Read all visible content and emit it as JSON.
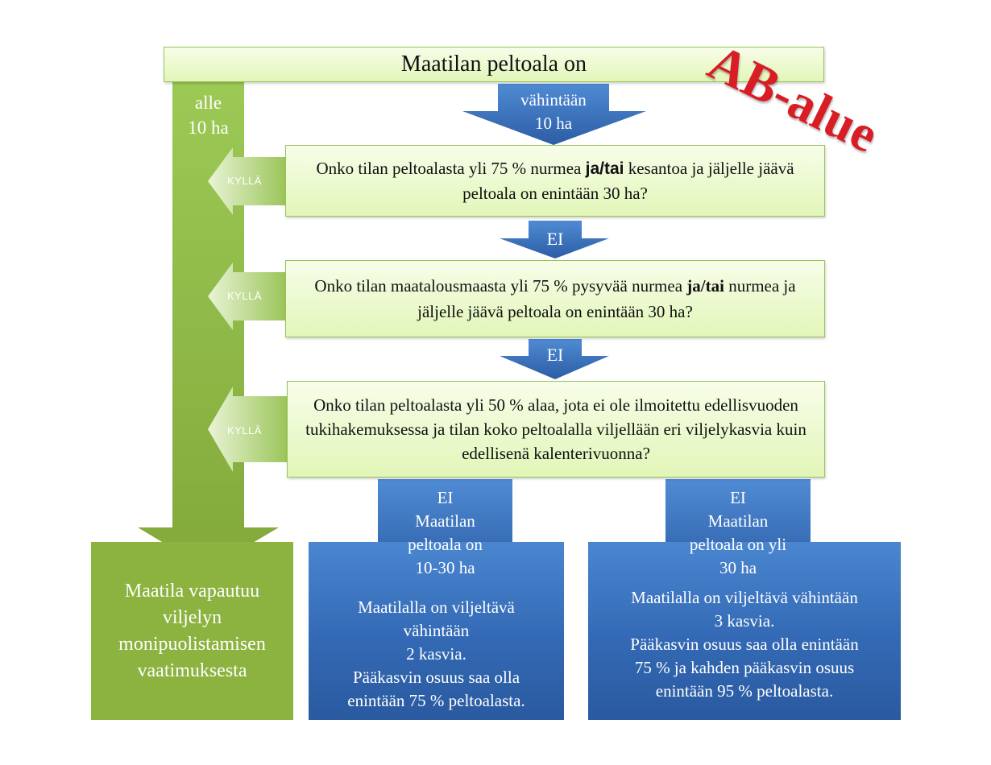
{
  "title": "Maatilan peltoala on",
  "stamp": "AB-alue",
  "left_branch": {
    "line1": "alle",
    "line2": "10 ha"
  },
  "down_arrow": {
    "line1": "vähintään",
    "line2": "10 ha"
  },
  "q1": {
    "pre": "Onko tilan peltoalasta yli 75 % nurmea ",
    "bold": "ja/tai",
    "post": " kesantoa ja jäljelle jäävä peltoala on enintään 30 ha?"
  },
  "q2": {
    "pre": "Onko tilan maatalousmaasta yli 75 % pysyvää nurmea ",
    "bold": "ja/tai",
    "post": " nurmea ja jäljelle jäävä peltoala on enintään 30 ha?"
  },
  "q3": {
    "text": "Onko tilan peltoalasta yli 50 % alaa, jota ei ole ilmoitettu edellisvuoden tukihakemuksessa ja tilan koko peltoalalla viljellään eri viljelykasvia kuin edellisenä kalenterivuonna?"
  },
  "yes_label": "KYLLÄ",
  "no_label": "EI",
  "exempt": "Maatila vapautuu viljelyn monipuolistamisen vaatimuksesta",
  "mid": {
    "l1": "EI",
    "l2": "Maatilan",
    "l3": "peltoala on",
    "l4": "10-30 ha",
    "b1": "Maatilalla on viljeltävä",
    "b2": "vähintään",
    "b3": "2 kasvia.",
    "b4": "Pääkasvin osuus saa olla",
    "b5": "enintään 75 % peltoalasta."
  },
  "right": {
    "l1": "EI",
    "l2": "Maatilan",
    "l3": "peltoala on yli",
    "l4": "30 ha",
    "b1": "Maatilalla on viljeltävä vähintään",
    "b2": "3 kasvia.",
    "b3": "Pääkasvin osuus saa olla enintään",
    "b4": "75 % ja kahden pääkasvin osuus",
    "b5": "enintään 95 % peltoalasta."
  },
  "colors": {
    "green": "#8cb33f",
    "blue": "#3a72c0",
    "red": "#d81e24"
  }
}
